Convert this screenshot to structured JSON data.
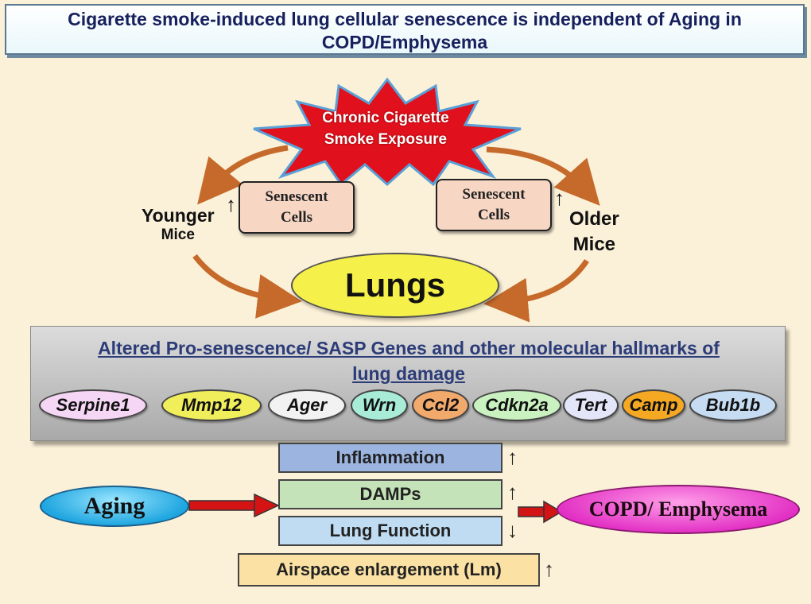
{
  "title": {
    "line1": "Cigarette smoke-induced lung cellular senescence  is independent of Aging in",
    "line2": "COPD/Emphysema"
  },
  "exposure": {
    "line1": "Chronic Cigarette",
    "line2": "Smoke Exposure"
  },
  "younger": {
    "line1": "Younger",
    "line2": "Mice",
    "cells_line1": "Senescent",
    "cells_line2": "Cells",
    "arrow": "↑"
  },
  "older": {
    "line1": "Older",
    "line2": "Mice",
    "cells_line1": "Senescent",
    "cells_line2": "Cells",
    "arrow": "↑"
  },
  "lungs": "Lungs",
  "panel": {
    "title_line1": "Altered Pro-senescence/  SASP Genes and other molecular hallmarks of",
    "title_line2": "lung damage",
    "genes": [
      {
        "label": "Serpine1",
        "color": "#f6d6f5"
      },
      {
        "label": "Mmp12",
        "color": "#f1ee5c"
      },
      {
        "label": "Ager",
        "color": "#f2f2f2"
      },
      {
        "label": "Wrn",
        "color": "#a8ecd8"
      },
      {
        "label": "Ccl2",
        "color": "#f2a96c"
      },
      {
        "label": "Cdkn2a",
        "color": "#c9f2c0"
      },
      {
        "label": "Tert",
        "color": "#e3e5f8"
      },
      {
        "label": "Camp",
        "color": "#f5a922"
      },
      {
        "label": "Bub1b",
        "color": "#c6dcf2"
      }
    ]
  },
  "outcomes": {
    "inflammation": "Inflammation",
    "inflammation_arrow": "↑",
    "damps": "DAMPs",
    "damps_arrow": "↑",
    "lung_function": "Lung Function",
    "lung_function_arrow": "↓",
    "airspace": "Airspace enlargement (Lm)",
    "airspace_arrow": "↑"
  },
  "aging": "Aging",
  "copd": "COPD/ Emphysema",
  "colors": {
    "title_text": "#16205c",
    "star_fill": "#e0101c",
    "curve_arrow": "#c56a2a",
    "red_arrow": "#d41414",
    "inflammation_fill": "#9bb4e0",
    "damps_fill": "#c4e3b8",
    "lung_function_fill": "#bfdcf2"
  }
}
